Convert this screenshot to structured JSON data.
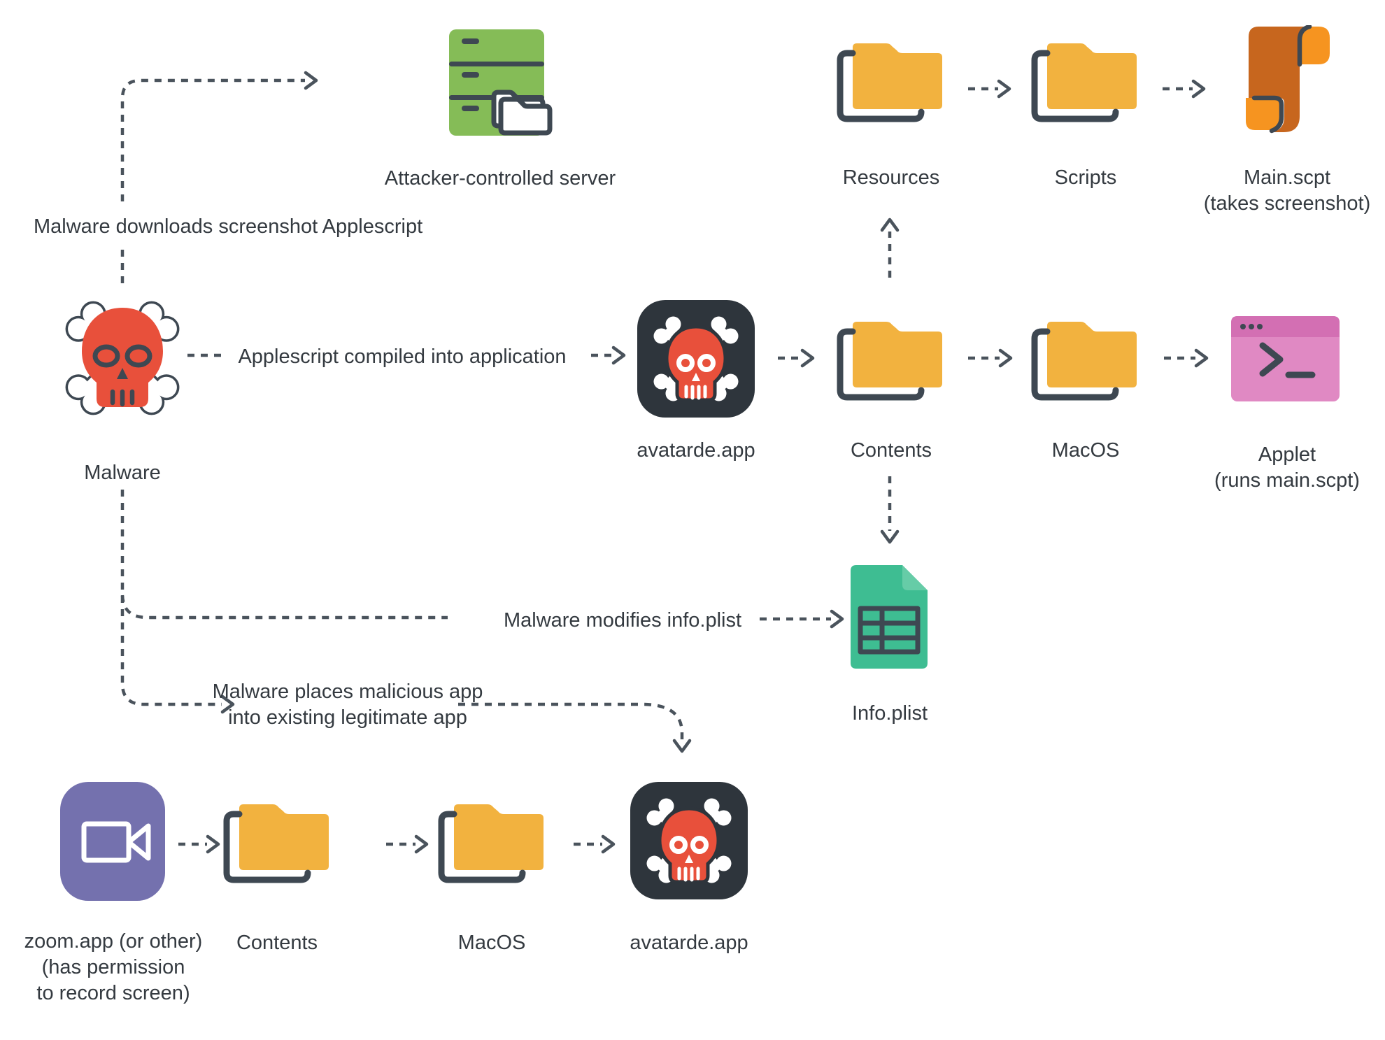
{
  "colors": {
    "bg": "#ffffff",
    "text": "#343a40",
    "ink": "#3e4852",
    "ink2": "#4a535c",
    "folder": "#f2b23f",
    "red": "#e8503b",
    "appdark": "#2e353c",
    "green": "#85bc57",
    "teal": "#3ebd92",
    "tealight": "#66cca7",
    "pinkbody": "#e089c3",
    "pinkhead": "#d36fb3",
    "purple": "#7471ae",
    "orangedark": "#c7661e",
    "orangelight": "#f69420",
    "white": "#ffffff"
  },
  "nodes": {
    "attacker_server": {
      "label": "Attacker-controlled server",
      "icon": "server-icon"
    },
    "resources": {
      "label": "Resources",
      "icon": "folder-icon"
    },
    "scripts": {
      "label": "Scripts",
      "icon": "folder-icon"
    },
    "main_scpt": {
      "label": "Main.scpt",
      "sublabel": "(takes screenshot)",
      "icon": "script-scroll-icon"
    },
    "malware": {
      "label": "Malware",
      "icon": "skull-crossbones-icon"
    },
    "avatarde_top": {
      "label": "avatarde.app",
      "icon": "malicious-app-icon"
    },
    "contents_mid": {
      "label": "Contents",
      "icon": "folder-icon"
    },
    "macos_mid": {
      "label": "MacOS",
      "icon": "folder-icon"
    },
    "applet": {
      "label": "Applet",
      "sublabel": "(runs main.scpt)",
      "icon": "terminal-window-icon"
    },
    "info_plist": {
      "label": "Info.plist",
      "icon": "plist-document-icon"
    },
    "zoom_app": {
      "label": "zoom.app (or other)",
      "sublabel1": "(has permission",
      "sublabel2": "to record screen)",
      "icon": "video-camera-app-icon"
    },
    "contents_bottom": {
      "label": "Contents",
      "icon": "folder-icon"
    },
    "macos_bottom": {
      "label": "MacOS",
      "icon": "folder-icon"
    },
    "avatarde_bottom": {
      "label": "avatarde.app",
      "icon": "malicious-app-icon"
    }
  },
  "annotations": {
    "download": "Malware downloads screenshot Applescript",
    "compile": "Applescript compiled into application",
    "modify": "Malware modifies info.plist",
    "place_line1": "Malware places malicious app",
    "place_line2": "into existing legitimate app"
  },
  "edges": [
    {
      "from": "malware",
      "to": "attacker_server",
      "label": "Malware downloads screenshot Applescript"
    },
    {
      "from": "malware",
      "to": "avatarde_top",
      "label": "Applescript compiled into application"
    },
    {
      "from": "avatarde_top",
      "to": "contents_mid"
    },
    {
      "from": "contents_mid",
      "to": "resources"
    },
    {
      "from": "resources",
      "to": "scripts"
    },
    {
      "from": "scripts",
      "to": "main_scpt"
    },
    {
      "from": "contents_mid",
      "to": "macos_mid"
    },
    {
      "from": "macos_mid",
      "to": "applet"
    },
    {
      "from": "contents_mid",
      "to": "info_plist"
    },
    {
      "from": "malware",
      "to": "info_plist",
      "label": "Malware modifies info.plist"
    },
    {
      "from": "malware",
      "to": "avatarde_bottom",
      "label": "Malware places malicious app into existing legitimate app"
    },
    {
      "from": "zoom_app",
      "to": "contents_bottom"
    },
    {
      "from": "contents_bottom",
      "to": "macos_bottom"
    },
    {
      "from": "macos_bottom",
      "to": "avatarde_bottom"
    }
  ]
}
